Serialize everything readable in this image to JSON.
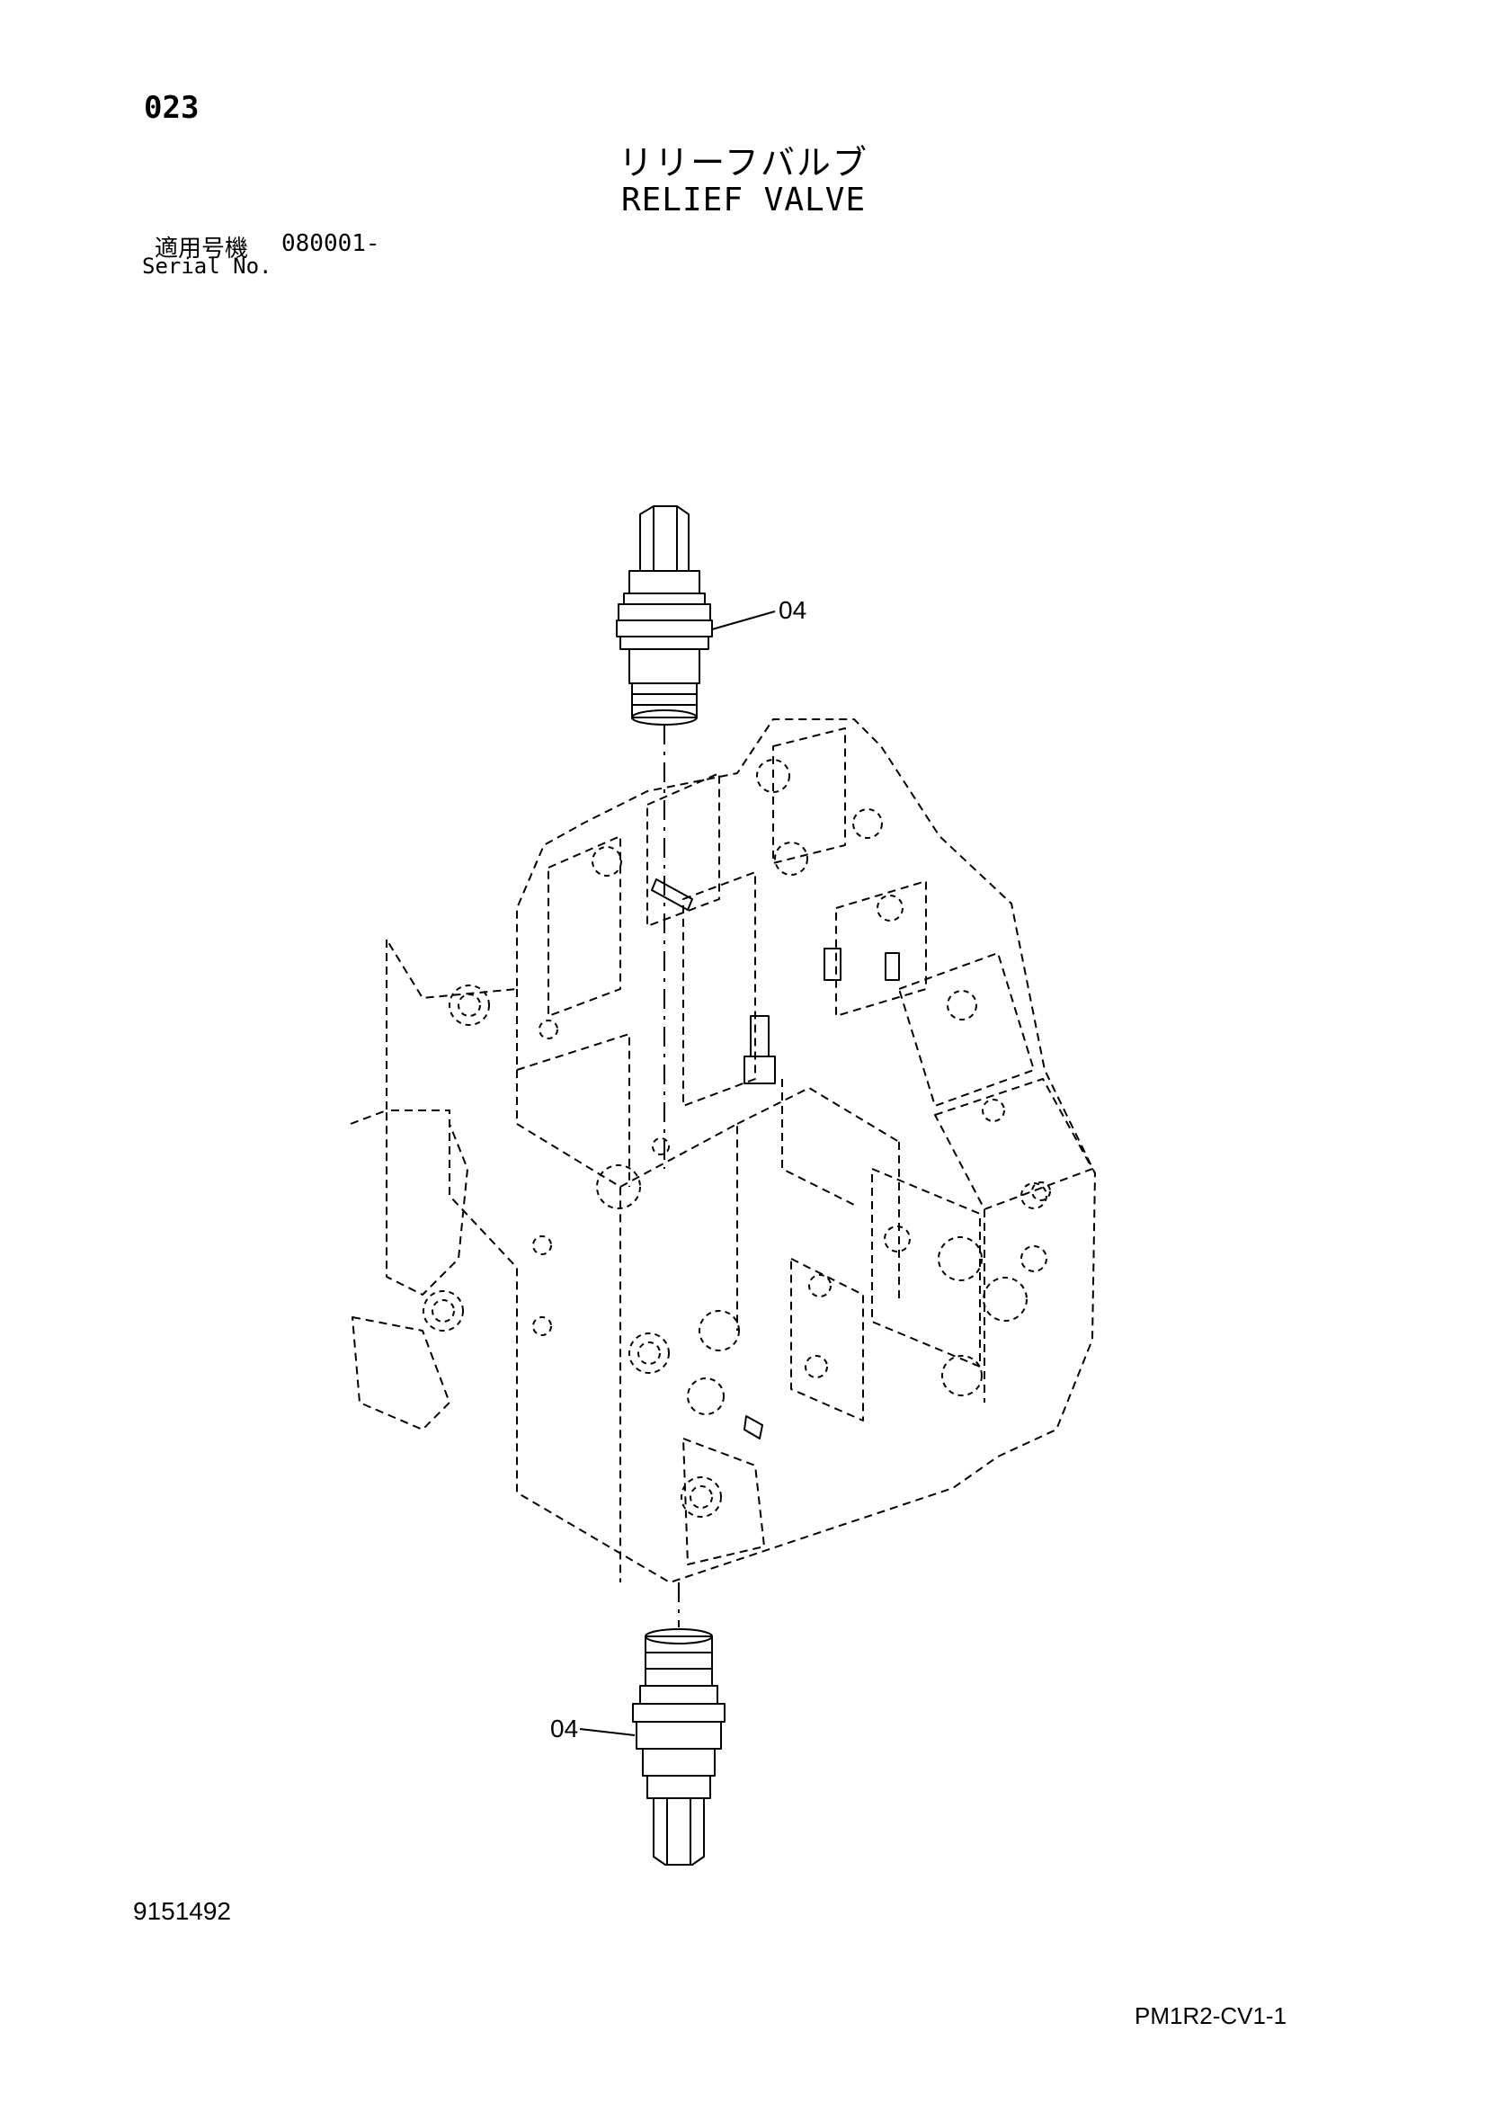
{
  "header": {
    "page_number": "023",
    "title_jp": "リリーフバルブ",
    "title_en": "RELIEF VALVE",
    "serial_label_jp": "適用号機",
    "serial_value": "080001-",
    "serial_label_en": "Serial No."
  },
  "callouts": {
    "upper": "04",
    "lower": "04"
  },
  "footer": {
    "doc_number": "9151492",
    "drawing_code": "PM1R2-CV1-1"
  }
}
